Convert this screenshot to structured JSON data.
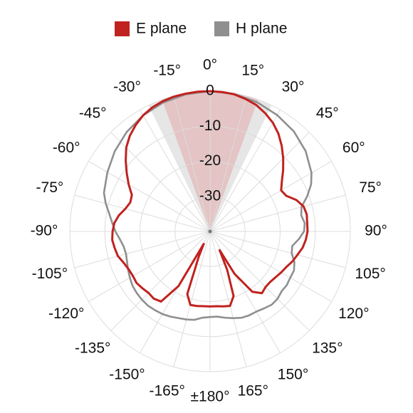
{
  "chart_data": {
    "type": "polar-line",
    "title": "",
    "radial_axis": {
      "min_db": -40,
      "max_db": 0,
      "tick_values": [
        0,
        -10,
        -20,
        -30
      ],
      "tick_labels": [
        "0",
        "-10",
        "-20",
        "-30"
      ]
    },
    "angular_axis": {
      "angles": [
        0,
        15,
        30,
        45,
        60,
        75,
        90,
        105,
        120,
        135,
        150,
        165,
        180,
        -165,
        -150,
        -135,
        -120,
        -105,
        -90,
        -75,
        -60,
        -45,
        -30,
        -15
      ],
      "labels": [
        "0°",
        "15°",
        "30°",
        "45°",
        "60°",
        "75°",
        "90°",
        "105°",
        "120°",
        "135°",
        "150°",
        "165°",
        "±180°",
        "-165°",
        "-150°",
        "-135°",
        "-120°",
        "-105°",
        "-90°",
        "-75°",
        "-60°",
        "-45°",
        "-30°",
        "-15°"
      ]
    },
    "highlight_sectors": [
      {
        "from": -20,
        "to": 20,
        "color": "#e3c0c0"
      },
      {
        "from": -26,
        "to": 26,
        "color": "#e3e3e3"
      }
    ],
    "legend": {
      "placement": "top-center"
    },
    "grid": true,
    "series": [
      {
        "name": "H plane",
        "color": "#8f8f8f",
        "points": [
          [
            0,
            0
          ],
          [
            10,
            -0.2
          ],
          [
            20,
            -0.8
          ],
          [
            30,
            -1.7
          ],
          [
            40,
            -2.8
          ],
          [
            50,
            -4.4
          ],
          [
            60,
            -6.6
          ],
          [
            65,
            -8.2
          ],
          [
            70,
            -10.5
          ],
          [
            75,
            -13.0
          ],
          [
            80,
            -13.6
          ],
          [
            85,
            -12.9
          ],
          [
            90,
            -13.2
          ],
          [
            95,
            -14.6
          ],
          [
            100,
            -16.2
          ],
          [
            105,
            -15.9
          ],
          [
            110,
            -14.4
          ],
          [
            115,
            -13.6
          ],
          [
            120,
            -13.6
          ],
          [
            125,
            -13.3
          ],
          [
            130,
            -13.4
          ],
          [
            135,
            -12.8
          ],
          [
            140,
            -12.7
          ],
          [
            145,
            -13.2
          ],
          [
            150,
            -13.6
          ],
          [
            155,
            -13.6
          ],
          [
            160,
            -13.8
          ],
          [
            165,
            -14.4
          ],
          [
            170,
            -15.0
          ],
          [
            175,
            -15.6
          ],
          [
            180,
            -15.6
          ],
          [
            185,
            -15.3
          ],
          [
            190,
            -14.4
          ],
          [
            195,
            -14.0
          ],
          [
            200,
            -13.7
          ],
          [
            205,
            -13.2
          ],
          [
            210,
            -12.8
          ],
          [
            215,
            -12.6
          ],
          [
            220,
            -12.4
          ],
          [
            225,
            -12.5
          ],
          [
            230,
            -12.7
          ],
          [
            235,
            -13.0
          ],
          [
            240,
            -13.6
          ],
          [
            245,
            -14.2
          ],
          [
            250,
            -14.8
          ],
          [
            255,
            -15.2
          ],
          [
            260,
            -15.0
          ],
          [
            265,
            -14.2
          ],
          [
            270,
            -13.0
          ],
          [
            275,
            -12.0
          ],
          [
            280,
            -10.8
          ],
          [
            285,
            -9.2
          ],
          [
            290,
            -7.8
          ],
          [
            300,
            -6.2
          ],
          [
            310,
            -4.5
          ],
          [
            320,
            -3.0
          ],
          [
            330,
            -1.8
          ],
          [
            340,
            -0.9
          ],
          [
            350,
            -0.3
          ],
          [
            360,
            0
          ]
        ]
      },
      {
        "name": "E plane",
        "color": "#c0221f",
        "points": [
          [
            0,
            0
          ],
          [
            5,
            -0.1
          ],
          [
            10,
            -0.3
          ],
          [
            15,
            -0.9
          ],
          [
            20,
            -1.6
          ],
          [
            25,
            -2.8
          ],
          [
            30,
            -4.2
          ],
          [
            35,
            -6.0
          ],
          [
            40,
            -8.2
          ],
          [
            45,
            -10.5
          ],
          [
            50,
            -12.8
          ],
          [
            55,
            -15.0
          ],
          [
            60,
            -16.6
          ],
          [
            65,
            -16.0
          ],
          [
            70,
            -13.8
          ],
          [
            75,
            -12.4
          ],
          [
            80,
            -12.0
          ],
          [
            85,
            -12.2
          ],
          [
            90,
            -12.2
          ],
          [
            95,
            -12.6
          ],
          [
            100,
            -13.2
          ],
          [
            105,
            -14.2
          ],
          [
            110,
            -15.0
          ],
          [
            115,
            -16.0
          ],
          [
            120,
            -16.6
          ],
          [
            125,
            -17.2
          ],
          [
            130,
            -17.6
          ],
          [
            135,
            -17.6
          ],
          [
            140,
            -17.0
          ],
          [
            145,
            -19.0
          ],
          [
            150,
            -26.0
          ],
          [
            153,
            -34.0
          ],
          [
            156,
            -28.0
          ],
          [
            160,
            -20.4
          ],
          [
            165,
            -18.0
          ],
          [
            170,
            -18.3
          ],
          [
            175,
            -18.6
          ],
          [
            180,
            -18.6
          ],
          [
            185,
            -18.6
          ],
          [
            190,
            -18.4
          ],
          [
            195,
            -18.3
          ],
          [
            200,
            -21.0
          ],
          [
            204,
            -32.0
          ],
          [
            207,
            -36.0
          ],
          [
            210,
            -22.0
          ],
          [
            215,
            -15.6
          ],
          [
            220,
            -15.0
          ],
          [
            225,
            -15.2
          ],
          [
            230,
            -14.8
          ],
          [
            235,
            -14.4
          ],
          [
            240,
            -14.6
          ],
          [
            245,
            -14.4
          ],
          [
            250,
            -13.8
          ],
          [
            255,
            -12.8
          ],
          [
            260,
            -12.4
          ],
          [
            265,
            -12.0
          ],
          [
            270,
            -12.2
          ],
          [
            275,
            -12.6
          ],
          [
            280,
            -13.6
          ],
          [
            285,
            -15.0
          ],
          [
            290,
            -15.8
          ],
          [
            295,
            -15.4
          ],
          [
            300,
            -13.2
          ],
          [
            305,
            -11.0
          ],
          [
            310,
            -8.6
          ],
          [
            315,
            -6.2
          ],
          [
            320,
            -4.4
          ],
          [
            325,
            -3.0
          ],
          [
            330,
            -1.8
          ],
          [
            335,
            -1.0
          ],
          [
            340,
            -0.5
          ],
          [
            345,
            -0.2
          ],
          [
            350,
            -0.1
          ],
          [
            355,
            0
          ],
          [
            360,
            0
          ]
        ]
      }
    ]
  }
}
